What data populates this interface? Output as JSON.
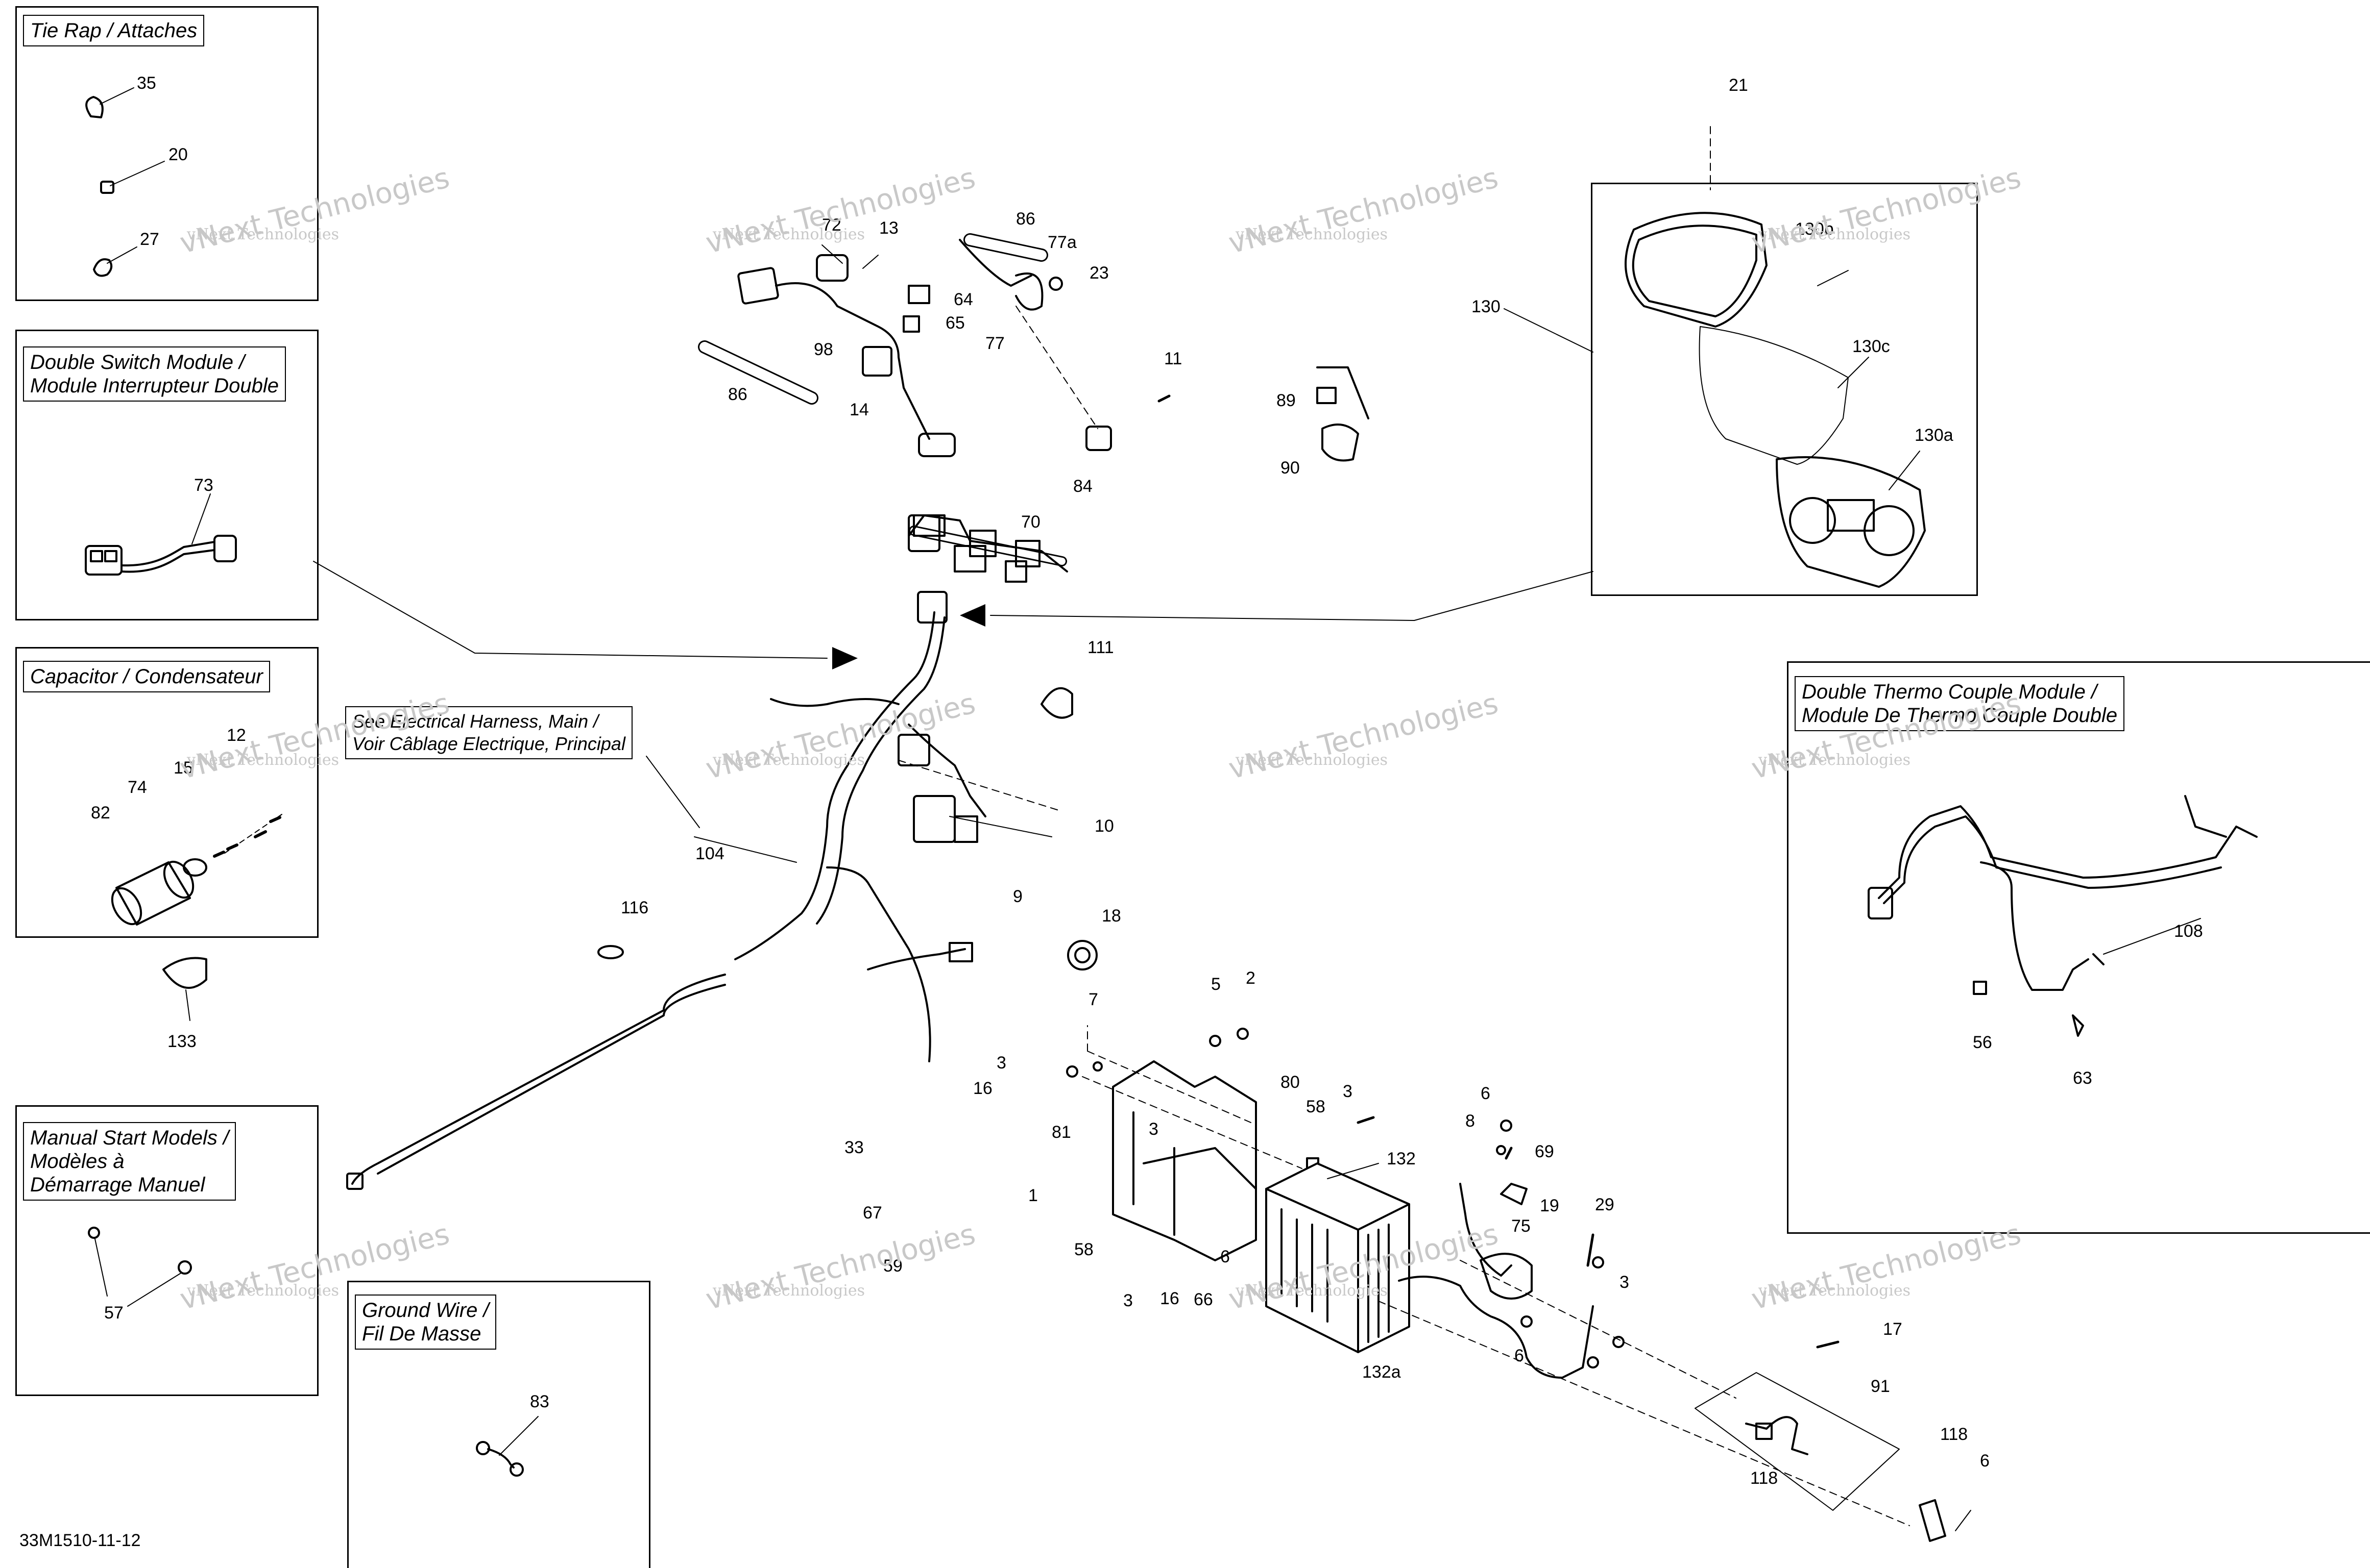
{
  "drawing_id": "33M1510-11-12",
  "watermark": {
    "line1": "vNext Technologies",
    "line2": "vNext Technologies"
  },
  "panels": {
    "tie_rap": {
      "title": "Tie Rap / Attaches"
    },
    "double_switch": {
      "title": "Double Switch Module /\nModule Interrupteur Double"
    },
    "capacitor": {
      "title": "Capacitor / Condensateur"
    },
    "manual_start": {
      "title": "Manual Start Models /\nModèles à\nDémarrage Manuel"
    },
    "ground_wire": {
      "title": "Ground Wire /\nFil De Masse"
    },
    "cluster": {
      "title": ""
    },
    "thermo": {
      "title": "Double Thermo Couple Module /\nModule De Thermo Couple Double"
    }
  },
  "harness_note": "See Electrical Harness, Main /\nVoir Câblage Electrique, Principal",
  "refs": {
    "r35": "35",
    "r20": "20",
    "r27": "27",
    "r73": "73",
    "r12": "12",
    "r15": "15",
    "r74": "74",
    "r82": "82",
    "r133": "133",
    "r57": "57",
    "r83": "83",
    "r72": "72",
    "r13": "13",
    "r86a": "86",
    "r77a": "77a",
    "r23": "23",
    "r64": "64",
    "r65": "65",
    "r77": "77",
    "r98": "98",
    "r86b": "86",
    "r14": "14",
    "r11": "11",
    "r84": "84",
    "r89": "89",
    "r90": "90",
    "r70": "70",
    "r111": "111",
    "r104": "104",
    "r10": "10",
    "r9": "9",
    "r116": "116",
    "r18": "18",
    "r7": "7",
    "r5": "5",
    "r2": "2",
    "r3a": "3",
    "r16a": "16",
    "r80": "80",
    "r81": "81",
    "r3b": "3",
    "r3c": "3",
    "r58a": "58",
    "r33": "33",
    "r67": "67",
    "r59": "59",
    "r1": "1",
    "r58b": "58",
    "r6a": "6",
    "r3d": "3",
    "r16b": "16",
    "r66": "66",
    "r132": "132",
    "r132a": "132a",
    "r6b": "6",
    "r8": "8",
    "r69": "69",
    "r19": "19",
    "r75": "75",
    "r29": "29",
    "r3e": "3",
    "r6c": "6",
    "r17": "17",
    "r91": "91",
    "r118a": "118",
    "r118b": "118",
    "r6d": "6",
    "r21": "21",
    "r130": "130",
    "r130b": "130b",
    "r130c": "130c",
    "r130a": "130a",
    "r108": "108",
    "r56": "56",
    "r63": "63"
  }
}
